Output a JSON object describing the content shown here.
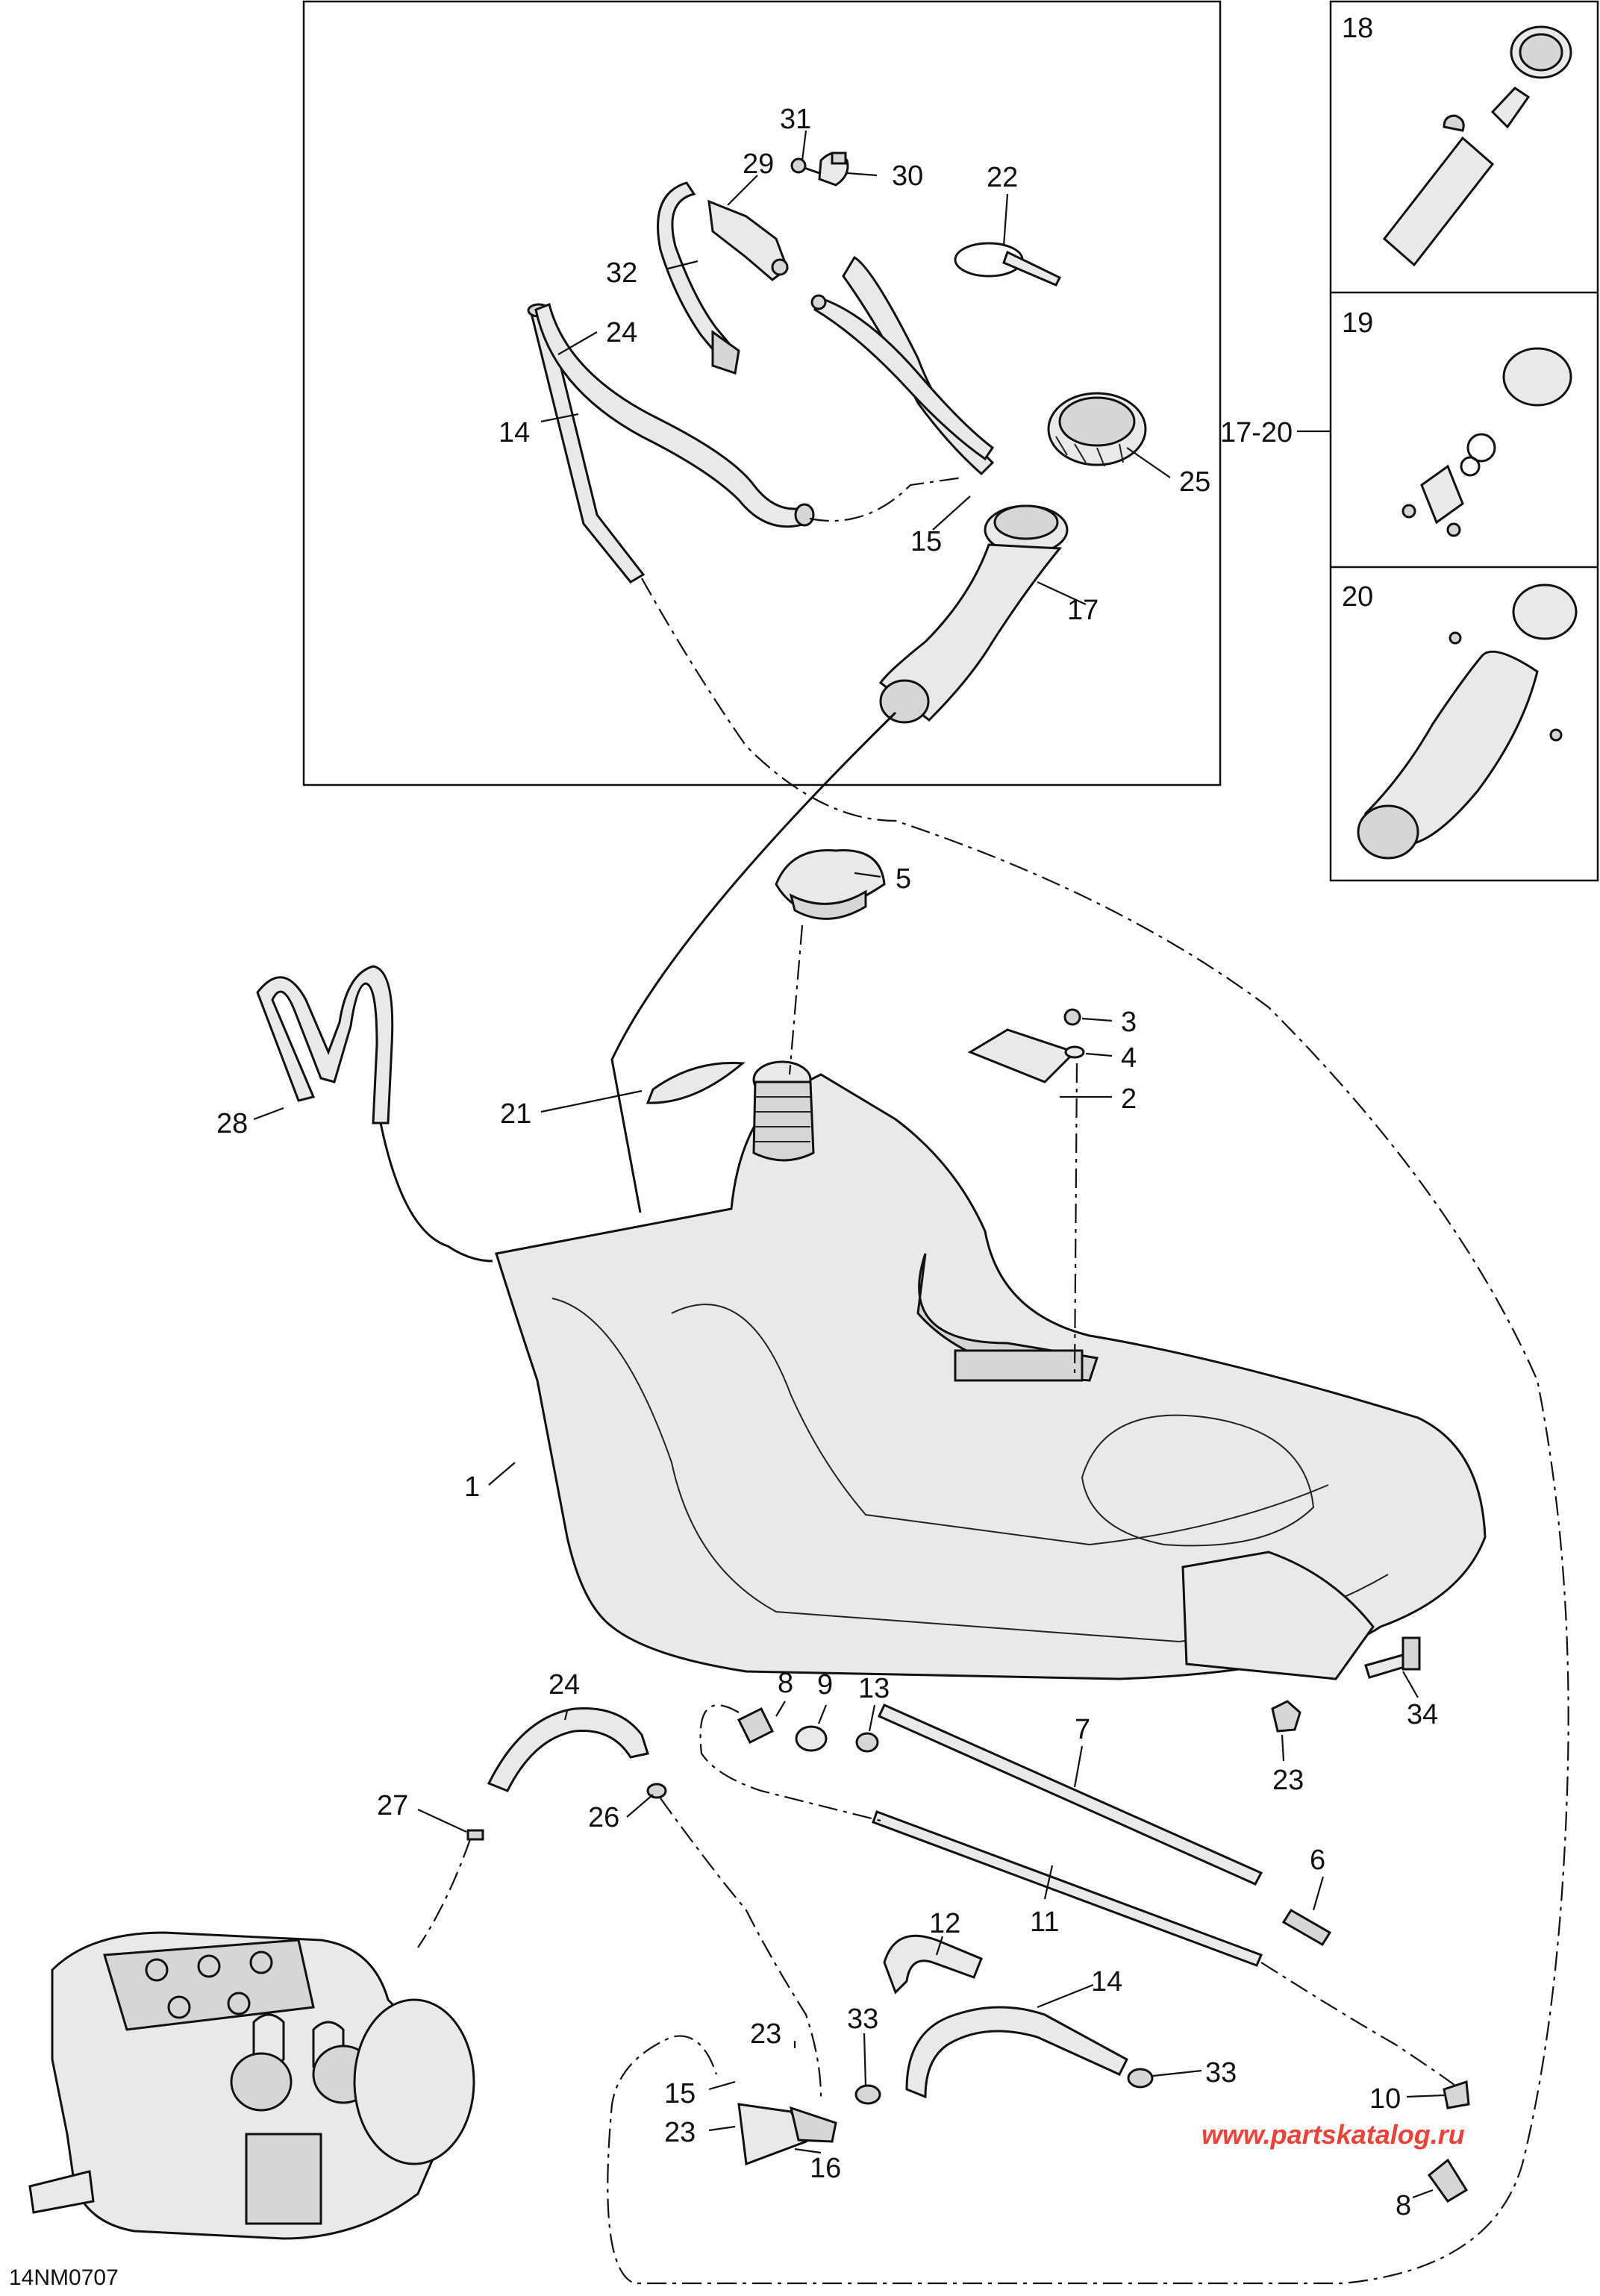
{
  "diagram": {
    "drawing_code": "14NM0707",
    "watermark": "www.partskatalog.ru",
    "callouts": {
      "c1": "1",
      "c2": "2",
      "c3": "3",
      "c4": "4",
      "c5": "5",
      "c6": "6",
      "c7": "7",
      "c8_top": "8",
      "c8_bottom": "8",
      "c9": "9",
      "c10": "10",
      "c11": "11",
      "c12": "12",
      "c13": "13",
      "c14_top": "14",
      "c14_bottom": "14",
      "c15_top": "15",
      "c15_bottom": "15",
      "c16": "16",
      "c17": "17",
      "c17_20": "17-20",
      "c18": "18",
      "c19": "19",
      "c20": "20",
      "c21": "21",
      "c22": "22",
      "c23_right": "23",
      "c23_mid": "23",
      "c23_low": "23",
      "c24_top": "24",
      "c24_bottom": "24",
      "c25": "25",
      "c26": "26",
      "c27": "27",
      "c28": "28",
      "c29": "29",
      "c30": "30",
      "c31": "31",
      "c32": "32",
      "c33_left": "33",
      "c33_right": "33",
      "c34": "34"
    }
  }
}
